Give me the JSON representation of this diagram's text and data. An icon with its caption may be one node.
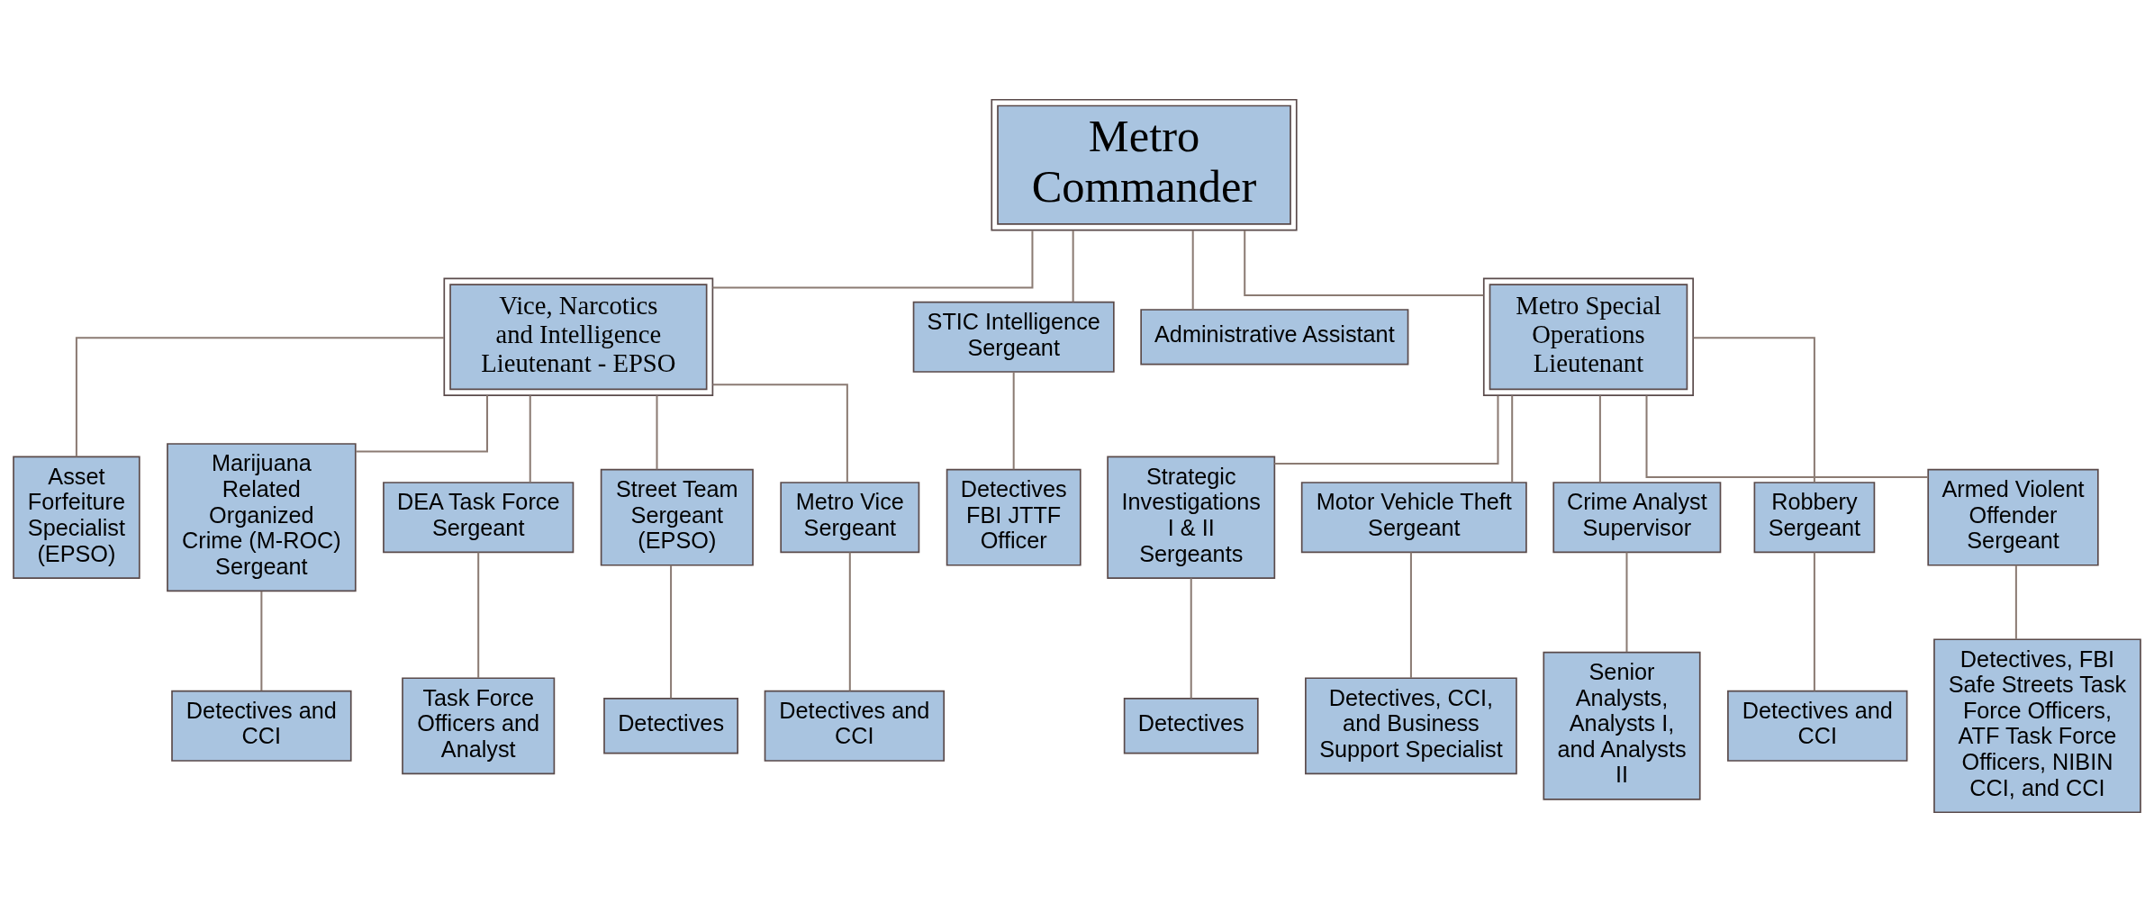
{
  "diagram": {
    "nodes": [
      {
        "text": [
          "Metro Commander"
        ]
      },
      {
        "text": [
          "Vice, Narcotics and Intelligence Lieutenant - EPSO"
        ]
      },
      {
        "text": [
          "STIC Intelligence Sergeant"
        ]
      },
      {
        "text": [
          "Administrative Assistant"
        ]
      },
      {
        "text": [
          "Detectives FBI JTTF Officer"
        ]
      },
      {
        "text": [
          "Metro Special Operations Lieutenant"
        ]
      },
      {
        "text": [
          "Asset Forfeiture Specialist (EPSO)"
        ]
      },
      {
        "text": [
          "Marijuana Related Organized Crime (M-ROC) Sergeant"
        ]
      },
      {
        "text": [
          "DEA Task Force Sergeant"
        ]
      },
      {
        "text": [
          "Street Team Sergeant (EPSO)"
        ]
      },
      {
        "text": [
          "Metro Vice Sergeant"
        ]
      },
      {
        "text": [
          "Detectives and CCI"
        ]
      },
      {
        "text": [
          "Task Force Officers and Analyst"
        ]
      },
      {
        "text": [
          "Detectives"
        ]
      },
      {
        "text": [
          "Detectives and CCI"
        ]
      },
      {
        "text": [
          "Strategic Investigations I & II Sergeants"
        ]
      },
      {
        "text": [
          "Motor Vehicle Theft Sergeant"
        ]
      },
      {
        "text": [
          "Crime Analyst Supervisor"
        ]
      },
      {
        "text": [
          "Robbery Sergeant"
        ]
      },
      {
        "text": [
          "Armed Violent Offender Sergeant"
        ]
      },
      {
        "text": [
          "Detectives"
        ]
      },
      {
        "text": [
          "Detectives, CCI, and Business Support Specialist"
        ]
      },
      {
        "text": [
          "Senior Analysts, Analysts I, and Analysts II"
        ]
      },
      {
        "text": [
          "Detectives and CCI"
        ]
      },
      {
        "text": [
          "Detectives, FBI Safe Streets Task Force Officers, ATF Task Force Officers, NIBIN CCI, and CCI"
        ]
      }
    ],
    "edges": [
      {
        "from": 0,
        "to": 1,
        "arrow": "none"
      },
      {
        "from": 0,
        "to": 2,
        "arrow": "none"
      },
      {
        "from": 0,
        "to": 3,
        "arrow": "none"
      },
      {
        "from": 0,
        "to": 5,
        "arrow": "none"
      },
      {
        "from": 2,
        "to": 4,
        "arrow": "none"
      },
      {
        "from": 1,
        "to": 6,
        "arrow": "none"
      },
      {
        "from": 1,
        "to": 7,
        "arrow": "none"
      },
      {
        "from": 1,
        "to": 8,
        "arrow": "none"
      },
      {
        "from": 1,
        "to": 9,
        "arrow": "none"
      },
      {
        "from": 1,
        "to": 10,
        "arrow": "none"
      },
      {
        "from": 7,
        "to": 11,
        "arrow": "none"
      },
      {
        "from": 8,
        "to": 12,
        "arrow": "none"
      },
      {
        "from": 9,
        "to": 13,
        "arrow": "none"
      },
      {
        "from": 10,
        "to": 14,
        "arrow": "none"
      },
      {
        "from": 5,
        "to": 15,
        "arrow": "none"
      },
      {
        "from": 5,
        "to": 16,
        "arrow": "none"
      },
      {
        "from": 5,
        "to": 17,
        "arrow": "none"
      },
      {
        "from": 5,
        "to": 18,
        "arrow": "none"
      },
      {
        "from": 5,
        "to": 19,
        "arrow": "none"
      },
      {
        "from": 15,
        "to": 20,
        "arrow": "none"
      },
      {
        "from": 16,
        "to": 21,
        "arrow": "none"
      },
      {
        "from": 17,
        "to": 22,
        "arrow": "none"
      },
      {
        "from": 18,
        "to": 23,
        "arrow": "none"
      },
      {
        "from": 19,
        "to": 24,
        "arrow": "none"
      }
    ]
  }
}
